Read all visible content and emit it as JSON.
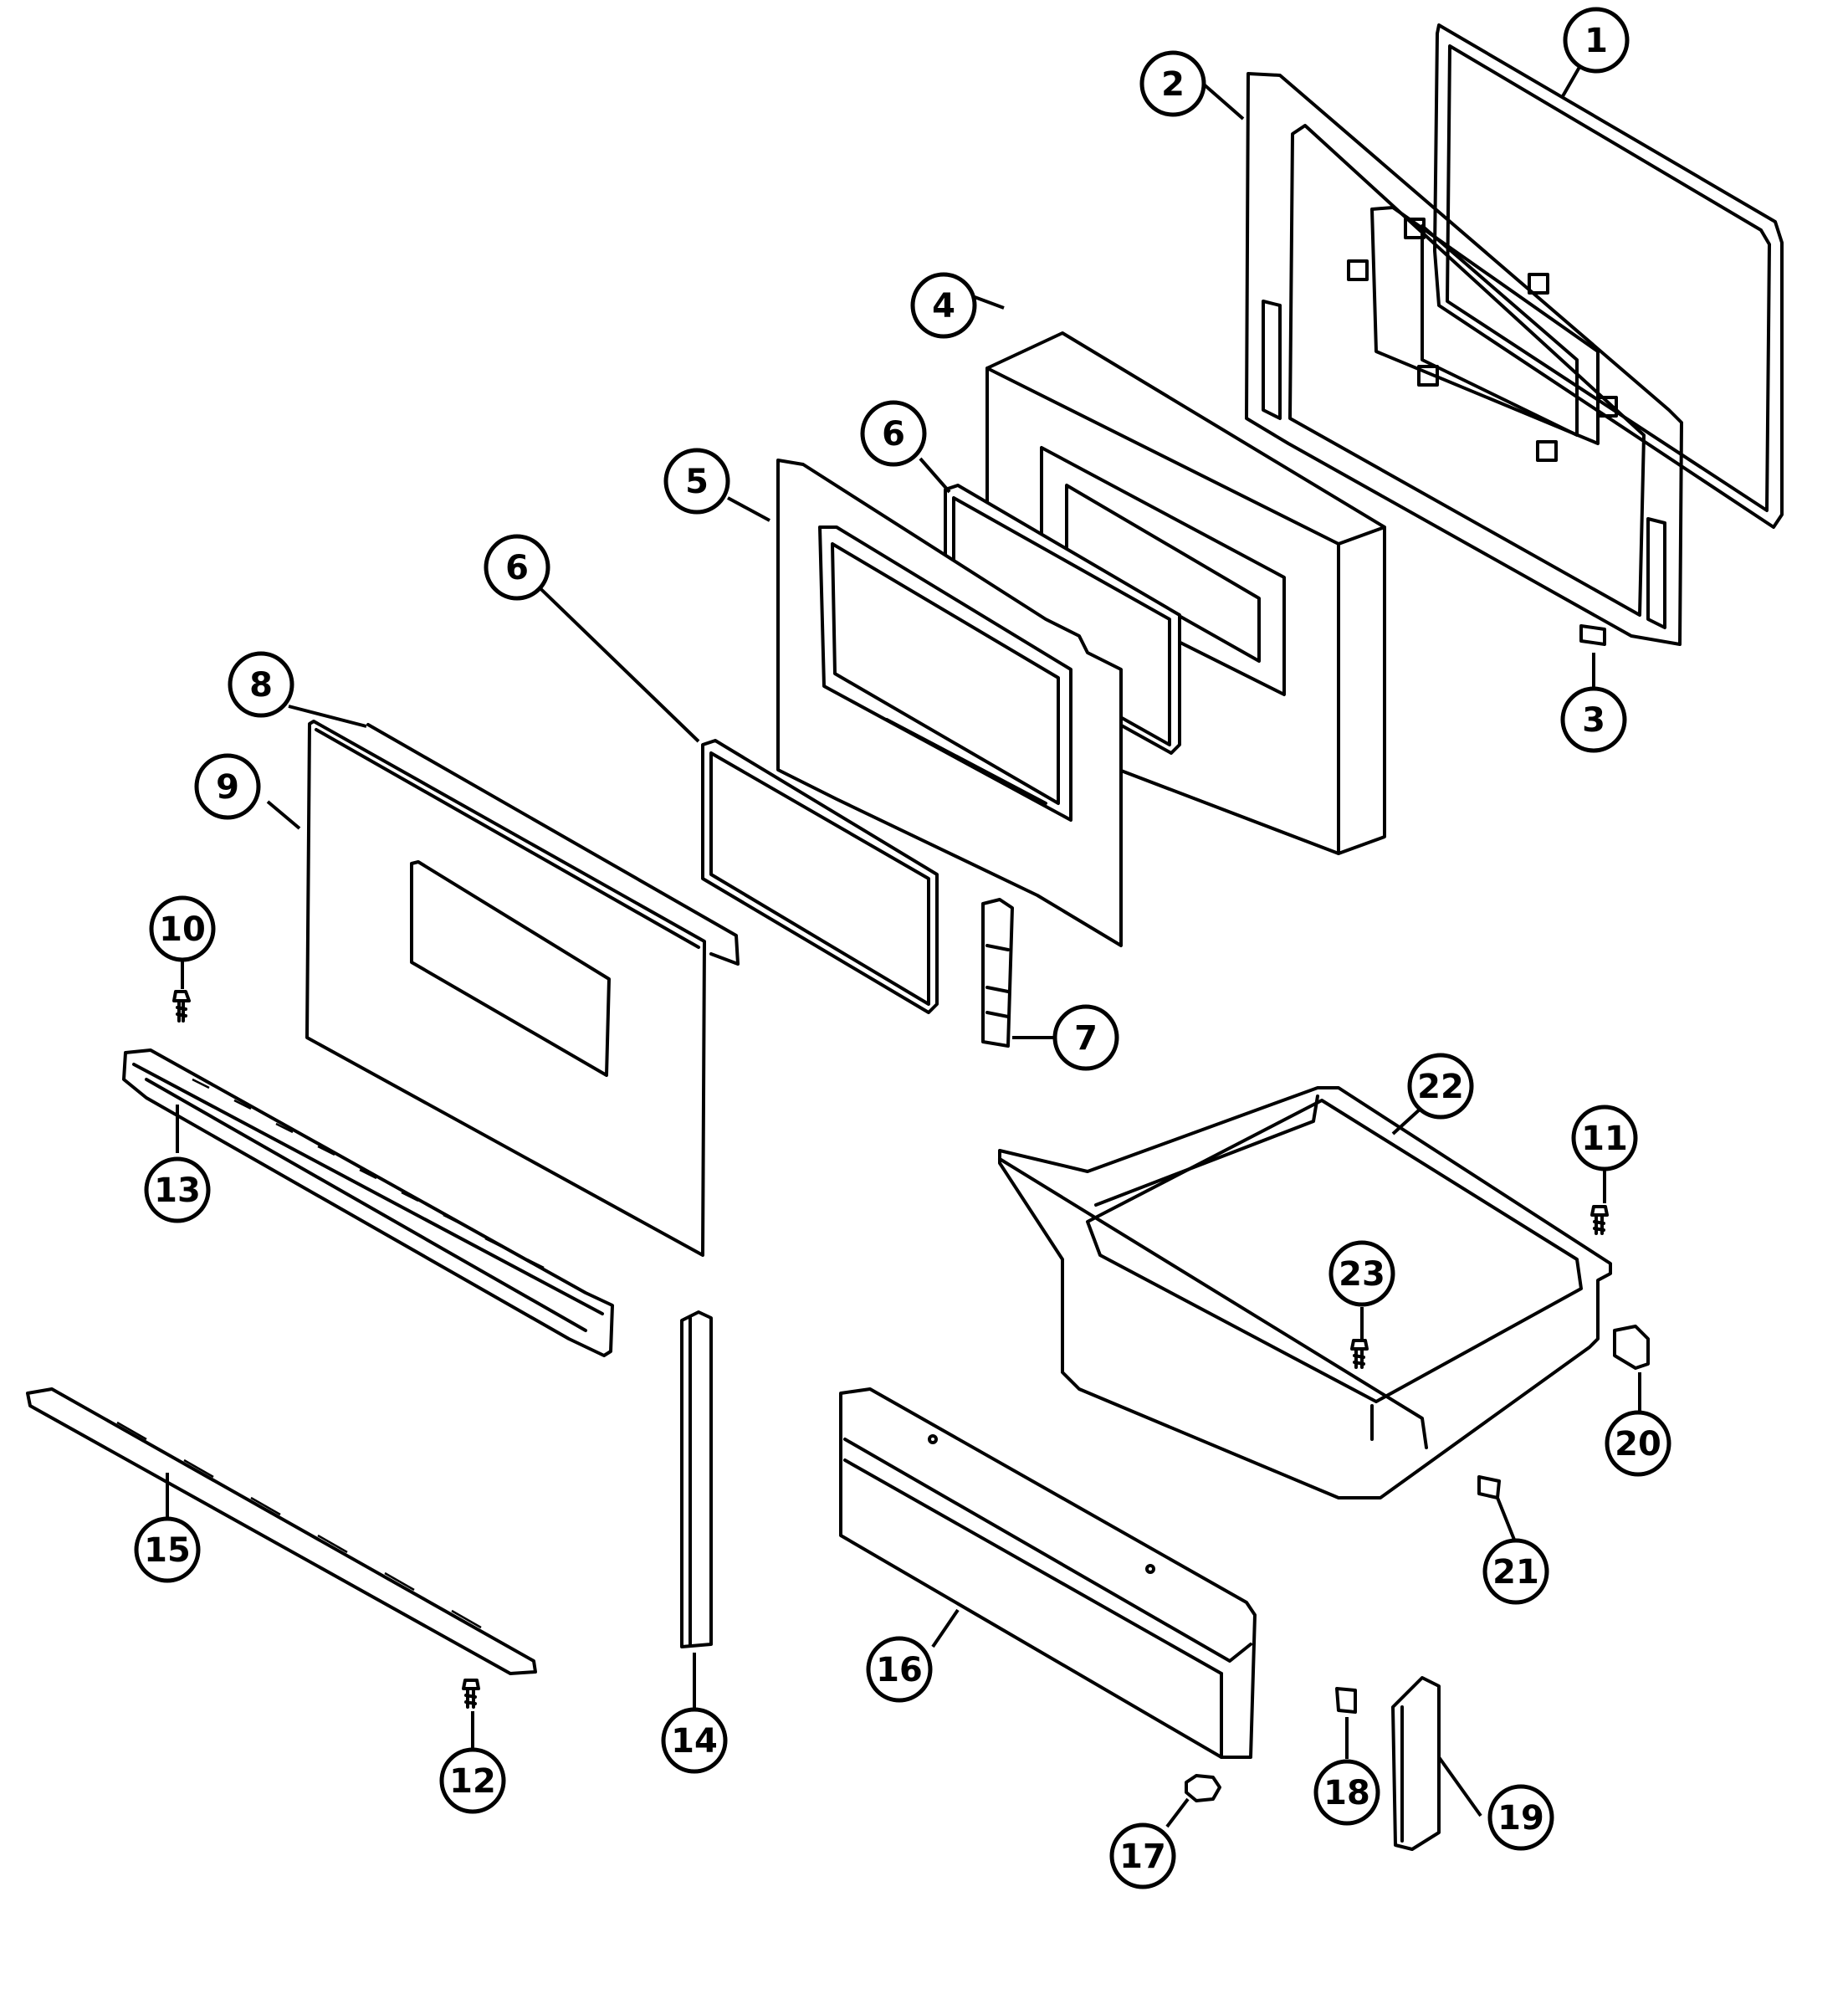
{
  "callouts": [
    {
      "id": "1",
      "label": "1"
    },
    {
      "id": "2",
      "label": "2"
    },
    {
      "id": "3",
      "label": "3"
    },
    {
      "id": "4",
      "label": "4"
    },
    {
      "id": "5",
      "label": "5"
    },
    {
      "id": "6a",
      "label": "6"
    },
    {
      "id": "6b",
      "label": "6"
    },
    {
      "id": "7",
      "label": "7"
    },
    {
      "id": "8",
      "label": "8"
    },
    {
      "id": "9",
      "label": "9"
    },
    {
      "id": "10",
      "label": "10"
    },
    {
      "id": "11",
      "label": "11"
    },
    {
      "id": "12",
      "label": "12"
    },
    {
      "id": "13",
      "label": "13"
    },
    {
      "id": "14",
      "label": "14"
    },
    {
      "id": "15",
      "label": "15"
    },
    {
      "id": "16",
      "label": "16"
    },
    {
      "id": "17",
      "label": "17"
    },
    {
      "id": "18",
      "label": "18"
    },
    {
      "id": "19",
      "label": "19"
    },
    {
      "id": "20",
      "label": "20"
    },
    {
      "id": "21",
      "label": "21"
    },
    {
      "id": "22",
      "label": "22"
    },
    {
      "id": "23",
      "label": "23"
    }
  ]
}
